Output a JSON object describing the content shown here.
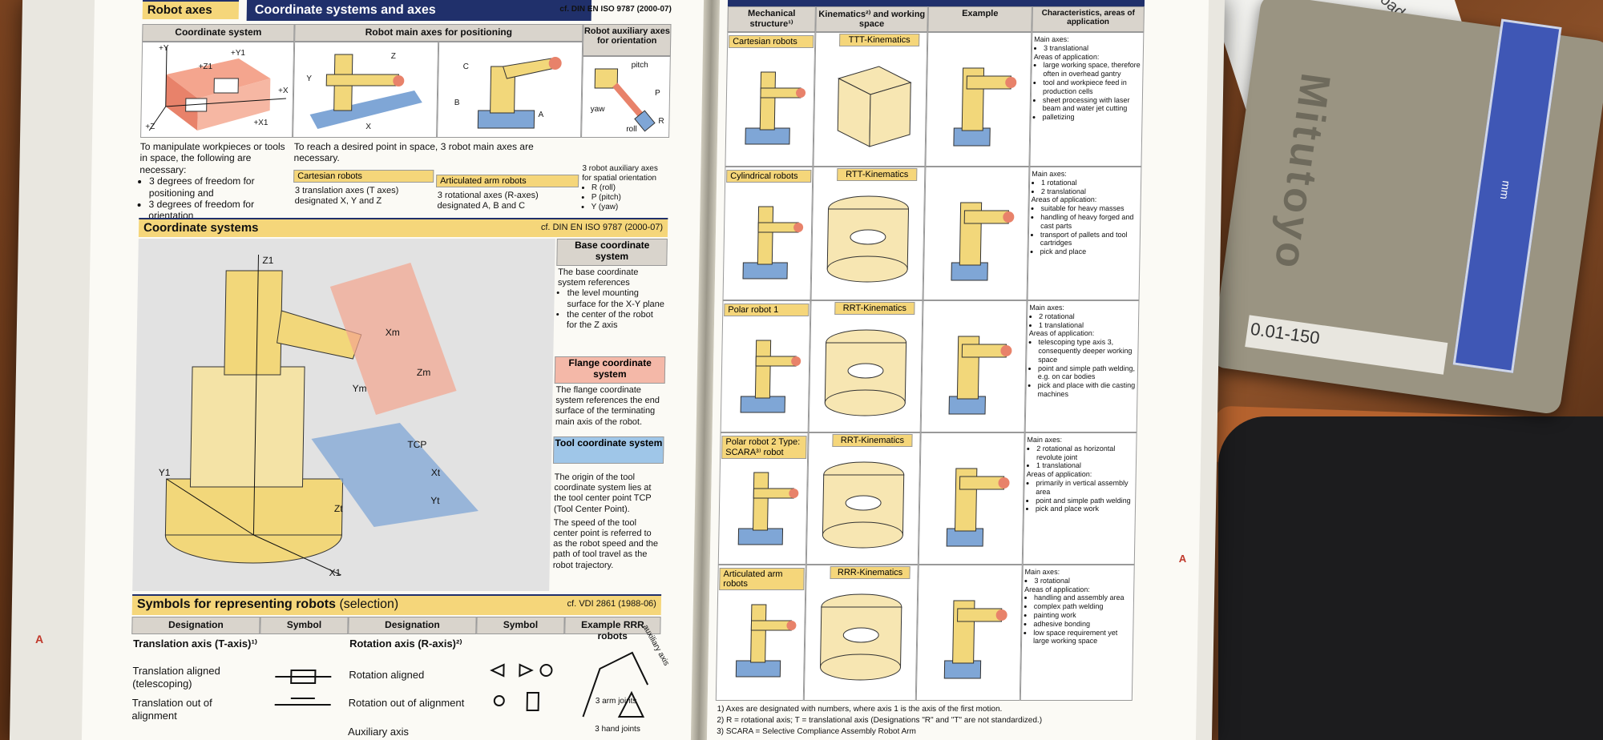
{
  "left_page": {
    "top_header": "Coordinate systems and axes",
    "top_ref": "cf. DIN EN ISO 9787 (2000-07)",
    "robot_axes": {
      "title": "Robot axes",
      "col_coord": "Coordinate system",
      "col_main": "Robot main axes for positioning",
      "col_aux": "Robot auxiliary axes for orientation",
      "coord_labels": [
        "+Y",
        "+Y1",
        "+Z1",
        "+X",
        "+Z",
        "+X1"
      ],
      "main_labels": [
        "Z",
        "Y",
        "X",
        "C",
        "B",
        "A"
      ],
      "aux_labels": [
        "pitch",
        "P",
        "yaw",
        "R",
        "roll"
      ],
      "manipulate_text": "To manipulate workpieces or tools in space, the following are necessary:",
      "manipulate_bullets": [
        "3 degrees of freedom for positioning and",
        "3 degrees of freedom for orientation"
      ],
      "reach_text": "To reach a desired point in space, 3 robot main axes are necessary.",
      "cartesian_head": "Cartesian robots",
      "cartesian_text": "3 translation axes (T axes) designated X, Y and Z",
      "articulated_head": "Articulated arm robots",
      "articulated_text": "3 rotational axes (R-axes) designated A, B and C",
      "aux_text": "3 robot auxiliary axes for spatial orientation",
      "aux_bullets": [
        "R (roll)",
        "P (pitch)",
        "Y (yaw)"
      ]
    },
    "coord_systems": {
      "title": "Coordinate systems",
      "ref": "cf. DIN EN ISO 9787 (2000-07)",
      "fig_labels": [
        "Z1",
        "Xm",
        "Zm",
        "Ym",
        "TCP",
        "Xt",
        "Yt",
        "Zt",
        "Y1",
        "X1"
      ],
      "base_title": "Base coordinate system",
      "base_text": "The base coordinate system references",
      "base_bullets": [
        "the level mounting surface for the X-Y plane",
        "the center of the robot for the Z axis"
      ],
      "flange_title": "Flange coordinate system",
      "flange_text": "The flange coordinate system references the end surface of the terminating main axis of the robot.",
      "tool_title": "Tool coordinate system",
      "tool_text1": "The origin of the tool coordinate system lies at the tool center point TCP (Tool Center Point).",
      "tool_text2": "The speed of the tool center point is referred to as the robot speed and the path of tool travel as the robot trajectory."
    },
    "symbols": {
      "title": "Symbols for representing robots",
      "title_suffix": "(selection)",
      "ref": "cf. VDI 2861 (1988-06)",
      "col_designation": "Designation",
      "col_symbol": "Symbol",
      "col_designation2": "Designation",
      "col_symbol2": "Symbol",
      "col_example": "Example RRR robots",
      "translation_head": "Translation axis (T-axis)¹⁾",
      "translation_items": [
        "Translation aligned (telescoping)",
        "Translation out of alignment"
      ],
      "rotation_head": "Rotation axis (R-axis)²⁾",
      "rotation_items": [
        "Rotation aligned",
        "Rotation out of alignment",
        "Auxiliary axis"
      ],
      "example_labels": [
        "auxiliary axis",
        "3 arm joints",
        "3 hand joints"
      ]
    },
    "margin_letter": "A"
  },
  "right_page": {
    "col_structure": "Mechanical structure¹⁾",
    "col_kinematics": "Kinematics²⁾ and working space",
    "col_example": "Example",
    "col_characteristics": "Characteristics, areas of application",
    "rows": [
      {
        "structure": "Cartesian robots",
        "kinematics": "TTT-Kinematics",
        "main_axes": "Main axes:",
        "axes": [
          "3 translational"
        ],
        "areas_head": "Areas of application:",
        "areas": [
          "large working space, therefore often in overhead gantry",
          "tool and workpiece feed in production cells",
          "sheet processing with laser beam and water jet cutting",
          "palletizing"
        ]
      },
      {
        "structure": "Cylindrical robots",
        "kinematics": "RTT-Kinematics",
        "main_axes": "Main axes:",
        "axes": [
          "1 rotational",
          "2 translational"
        ],
        "areas_head": "Areas of application:",
        "areas": [
          "suitable for heavy masses",
          "handling of heavy forged and cast parts",
          "transport of pallets and tool cartridges",
          "pick and place"
        ]
      },
      {
        "structure": "Polar robot 1",
        "kinematics": "RRT-Kinematics",
        "main_axes": "Main axes:",
        "axes": [
          "2 rotational",
          "1 translational"
        ],
        "areas_head": "Areas of application:",
        "areas": [
          "telescoping type axis 3, consequently deeper working space",
          "point and simple path welding, e.g. on car bodies",
          "pick and place with die casting machines"
        ]
      },
      {
        "structure": "Polar robot 2 Type: SCARA³⁾ robot",
        "kinematics": "RRT-Kinematics",
        "main_axes": "Main axes:",
        "axes": [
          "2 rotational as horizontal revolute joint",
          "1 translational"
        ],
        "areas_head": "Areas of application:",
        "areas": [
          "primarily in vertical assembly area",
          "point and simple path welding",
          "pick and place work"
        ]
      },
      {
        "structure": "Articulated arm robots",
        "kinematics": "RRR-Kinematics",
        "main_axes": "Main axes:",
        "axes": [
          "3 rotational"
        ],
        "areas_head": "Areas of application:",
        "areas": [
          "handling and assembly area",
          "complex path welding",
          "painting work",
          "adhesive bonding",
          "low space requirement yet large working space"
        ]
      }
    ],
    "footnote1": "1) Axes are designated with numbers, where axis 1 is the axis of the first motion.",
    "footnote2": "2) R = rotational axis; T = translational axis (Designations \"R\" and \"T\" are not standardized.)",
    "footnote3": "3) SCARA = Selective Compliance Assembly Robot Arm",
    "margin_letter": "A"
  },
  "desk_items": {
    "caliper_brand": "Mitutoyo",
    "scale_units": "mm",
    "caliper_label": "0.01-150",
    "paper_text": "crossroadsonline"
  },
  "colors": {
    "header_blue": "#20306b",
    "section_yellow": "#f5d67a",
    "flange_pink": "#f4b8a8",
    "tool_blue": "#9fc6e8",
    "robot_yellow": "#f2d77a",
    "base_blue": "#7fa6d6"
  }
}
